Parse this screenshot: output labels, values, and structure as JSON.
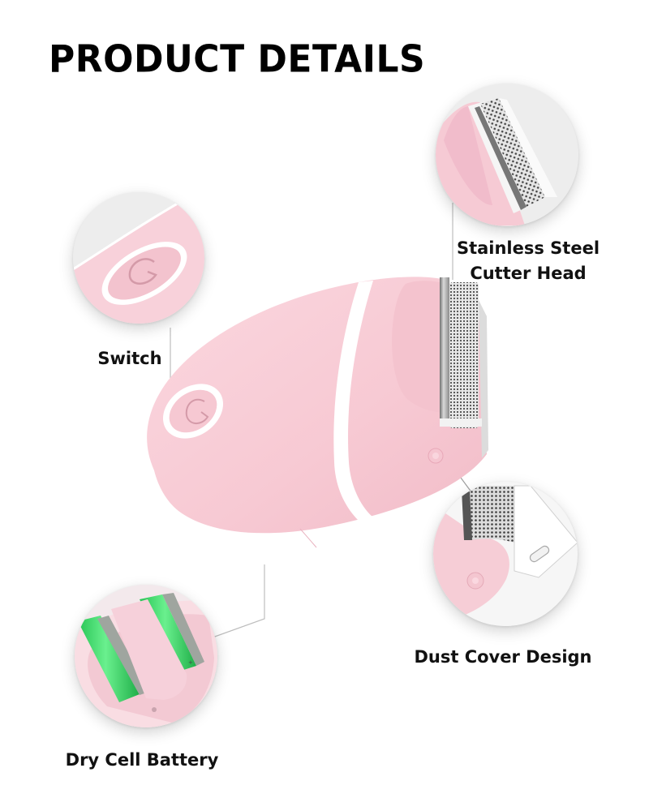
{
  "page": {
    "title": "PRODUCT DETAILS"
  },
  "callouts": [
    {
      "id": "cutter-head",
      "label_line1": "Stainless Steel",
      "label_line2": "Cutter Head",
      "icon": "cutter-head-closeup"
    },
    {
      "id": "switch",
      "label": "Switch",
      "icon": "power-switch-closeup"
    },
    {
      "id": "dust-cover",
      "label": "Dust Cover Design",
      "icon": "dust-cover-closeup"
    },
    {
      "id": "battery",
      "label": "Dry Cell Battery",
      "icon": "battery-compartment-closeup"
    }
  ],
  "colors": {
    "device_pink": "#f8cdd6",
    "device_pink_shadow": "#efb9c5",
    "band_white": "#ffffff",
    "battery_green": "#3ddc68",
    "connector_line": "#b8b8b8",
    "title_black": "#000000"
  }
}
